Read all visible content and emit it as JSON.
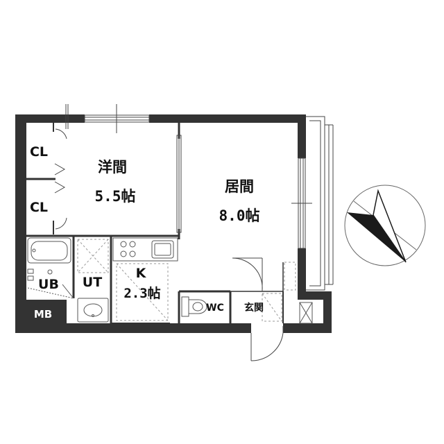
{
  "rooms": {
    "western_room": {
      "name": "洋間",
      "size": "5.5帖"
    },
    "living_room": {
      "name": "居間",
      "size": "8.0帖"
    },
    "kitchen": {
      "name": "K",
      "size": "2.3帖"
    },
    "closet_upper": {
      "name": "CL"
    },
    "closet_lower": {
      "name": "CL"
    },
    "unit_bath": {
      "name": "UB"
    },
    "utility": {
      "name": "UT"
    },
    "meter_box": {
      "name": "MB"
    },
    "toilet": {
      "name": "WC"
    },
    "entrance": {
      "name": "玄関"
    }
  },
  "colors": {
    "wall": "#333333",
    "line": "#444444",
    "fixture": "#555555",
    "dash": "#999999"
  },
  "compass": {
    "icon": "north-arrow-icon"
  }
}
